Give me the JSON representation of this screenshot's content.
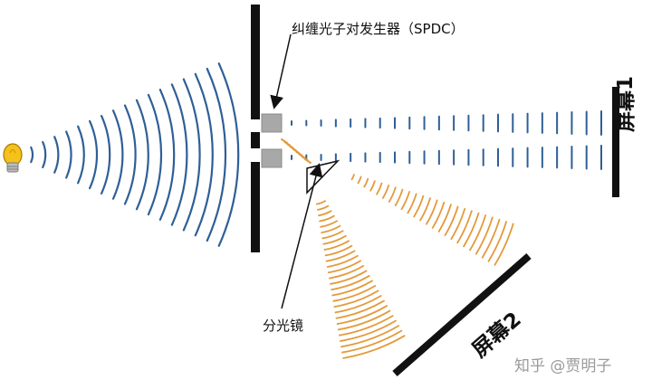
{
  "labels": {
    "spdc": "纠缠光子对发生器（SPDC）",
    "beam_splitter": "分光镜",
    "screen1": "屏幕1",
    "screen2": "屏幕2"
  },
  "watermark": "知乎 @贾明子",
  "colors": {
    "blue_wave": "#2f5f97",
    "orange_wave": "#e39a3b",
    "barrier": "#111111",
    "device_gray": "#a8a8a8",
    "bulb": "#f3c21b"
  },
  "icons": {
    "light_source": "lightbulb-icon"
  }
}
